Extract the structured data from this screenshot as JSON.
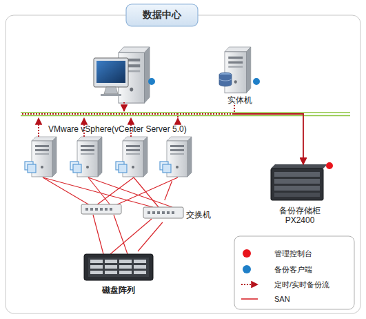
{
  "diagram": {
    "title": "数据中心",
    "nodes": [
      {
        "text": [
          "实体机"
        ]
      },
      {
        "text": [
          "VMware vSphere(vCenter Server 5.0)"
        ]
      },
      {
        "text": [
          "备份存储柜 PX2400"
        ]
      },
      {
        "text": [
          "交换机"
        ]
      },
      {
        "text": [
          "磁盘阵列"
        ]
      }
    ],
    "edges": [
      {
        "from": 0,
        "to": 2,
        "arrow": "to"
      },
      {
        "from": 1,
        "to": 2,
        "arrow": "to"
      },
      {
        "from": 1,
        "to": 3,
        "arrow": "none"
      },
      {
        "from": 3,
        "to": 4,
        "arrow": "none"
      }
    ],
    "legend": [
      {
        "text": "管理控制台",
        "color": "#e8141c"
      },
      {
        "text": "备份客户端",
        "color": "#1f7fc8"
      },
      {
        "text": "定时/实时备份流"
      },
      {
        "text": "SAN"
      }
    ]
  }
}
